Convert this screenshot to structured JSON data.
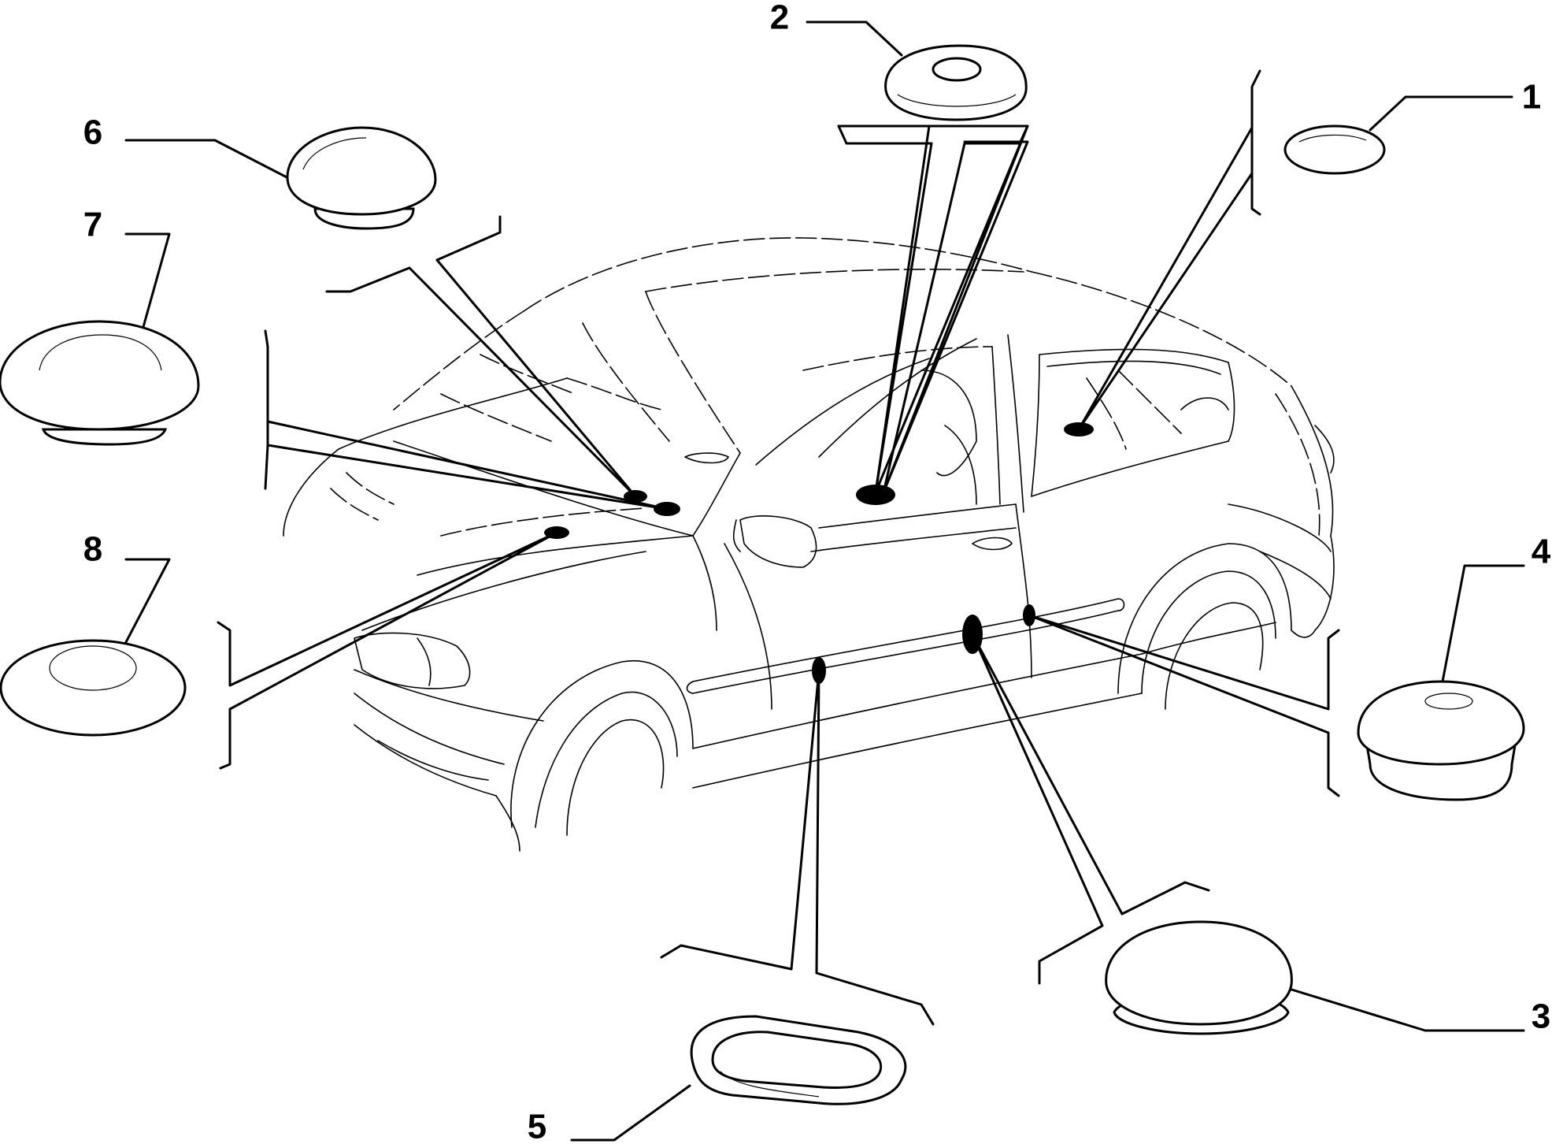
{
  "callouts": [
    {
      "number": "1"
    },
    {
      "number": "2"
    },
    {
      "number": "3"
    },
    {
      "number": "4"
    },
    {
      "number": "5"
    },
    {
      "number": "6"
    },
    {
      "number": "7"
    },
    {
      "number": "8"
    }
  ]
}
